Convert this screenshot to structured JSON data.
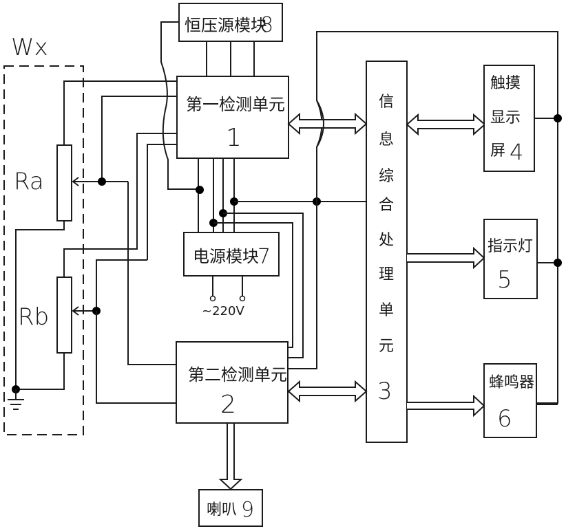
{
  "diagram": {
    "wx_label": "Wx",
    "resistor_a": "Ra",
    "resistor_b": "Rb",
    "blocks": {
      "constant_voltage": {
        "name": "恒压源模块",
        "num": "8"
      },
      "detect1": {
        "name": "第一检测单元",
        "num": "1"
      },
      "detect2": {
        "name": "第二检测单元",
        "num": "2"
      },
      "processor": {
        "chars": [
          "信",
          "息",
          "综",
          "合",
          "处",
          "理",
          "单",
          "元"
        ],
        "num": "3"
      },
      "touch_screen": {
        "line1": "触摸",
        "line2": "显示",
        "line3": "屏",
        "num": "4"
      },
      "indicator": {
        "name": "指示灯",
        "num": "5"
      },
      "buzzer": {
        "name": "蜂鸣器",
        "num": "6"
      },
      "power": {
        "name": "电源模块",
        "num": "7"
      },
      "speaker": {
        "name": "喇叭",
        "num": "9"
      }
    },
    "mains_label": "~220V"
  }
}
